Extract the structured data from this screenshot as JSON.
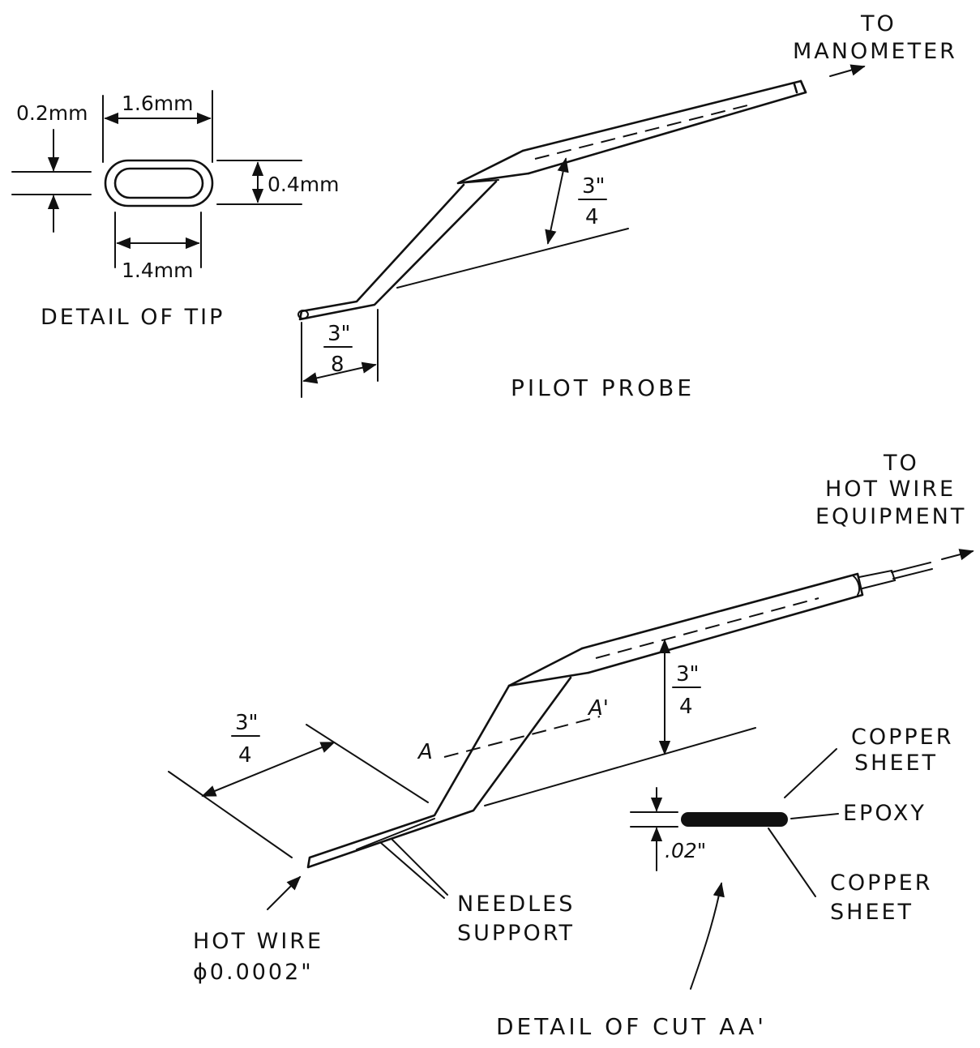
{
  "pitot": {
    "to_label_line1": "TO",
    "to_label_line2": "MANOMETER",
    "title": "PILOT PROBE",
    "dim_3_4": {
      "num": "3\"",
      "den": "4"
    },
    "dim_3_8": {
      "num": "3\"",
      "den": "8"
    }
  },
  "tip_detail": {
    "title": "DETAIL OF TIP",
    "dim_0_2": "0.2mm",
    "dim_1_6": "1.6mm",
    "dim_0_4": "0.4mm",
    "dim_1_4": "1.4mm"
  },
  "hotwire": {
    "to_label_line1": "TO",
    "to_label_line2": "HOT WIRE",
    "to_label_line3": "EQUIPMENT",
    "dim_3_4_left": {
      "num": "3\"",
      "den": "4"
    },
    "dim_3_4_right": {
      "num": "3\"",
      "den": "4"
    },
    "section_a": "A",
    "section_a_prime": "A'",
    "needles_line1": "NEEDLES",
    "needles_line2": "SUPPORT",
    "hotwire_line1": "HOT WIRE",
    "hotwire_line2": "ϕ0.0002\""
  },
  "cut_detail": {
    "title": "DETAIL OF CUT AA'",
    "copper_top_line1": "COPPER",
    "copper_top_line2": "SHEET",
    "epoxy": "EPOXY",
    "copper_bottom_line1": "COPPER",
    "copper_bottom_line2": "SHEET",
    "thickness": ".02\""
  }
}
